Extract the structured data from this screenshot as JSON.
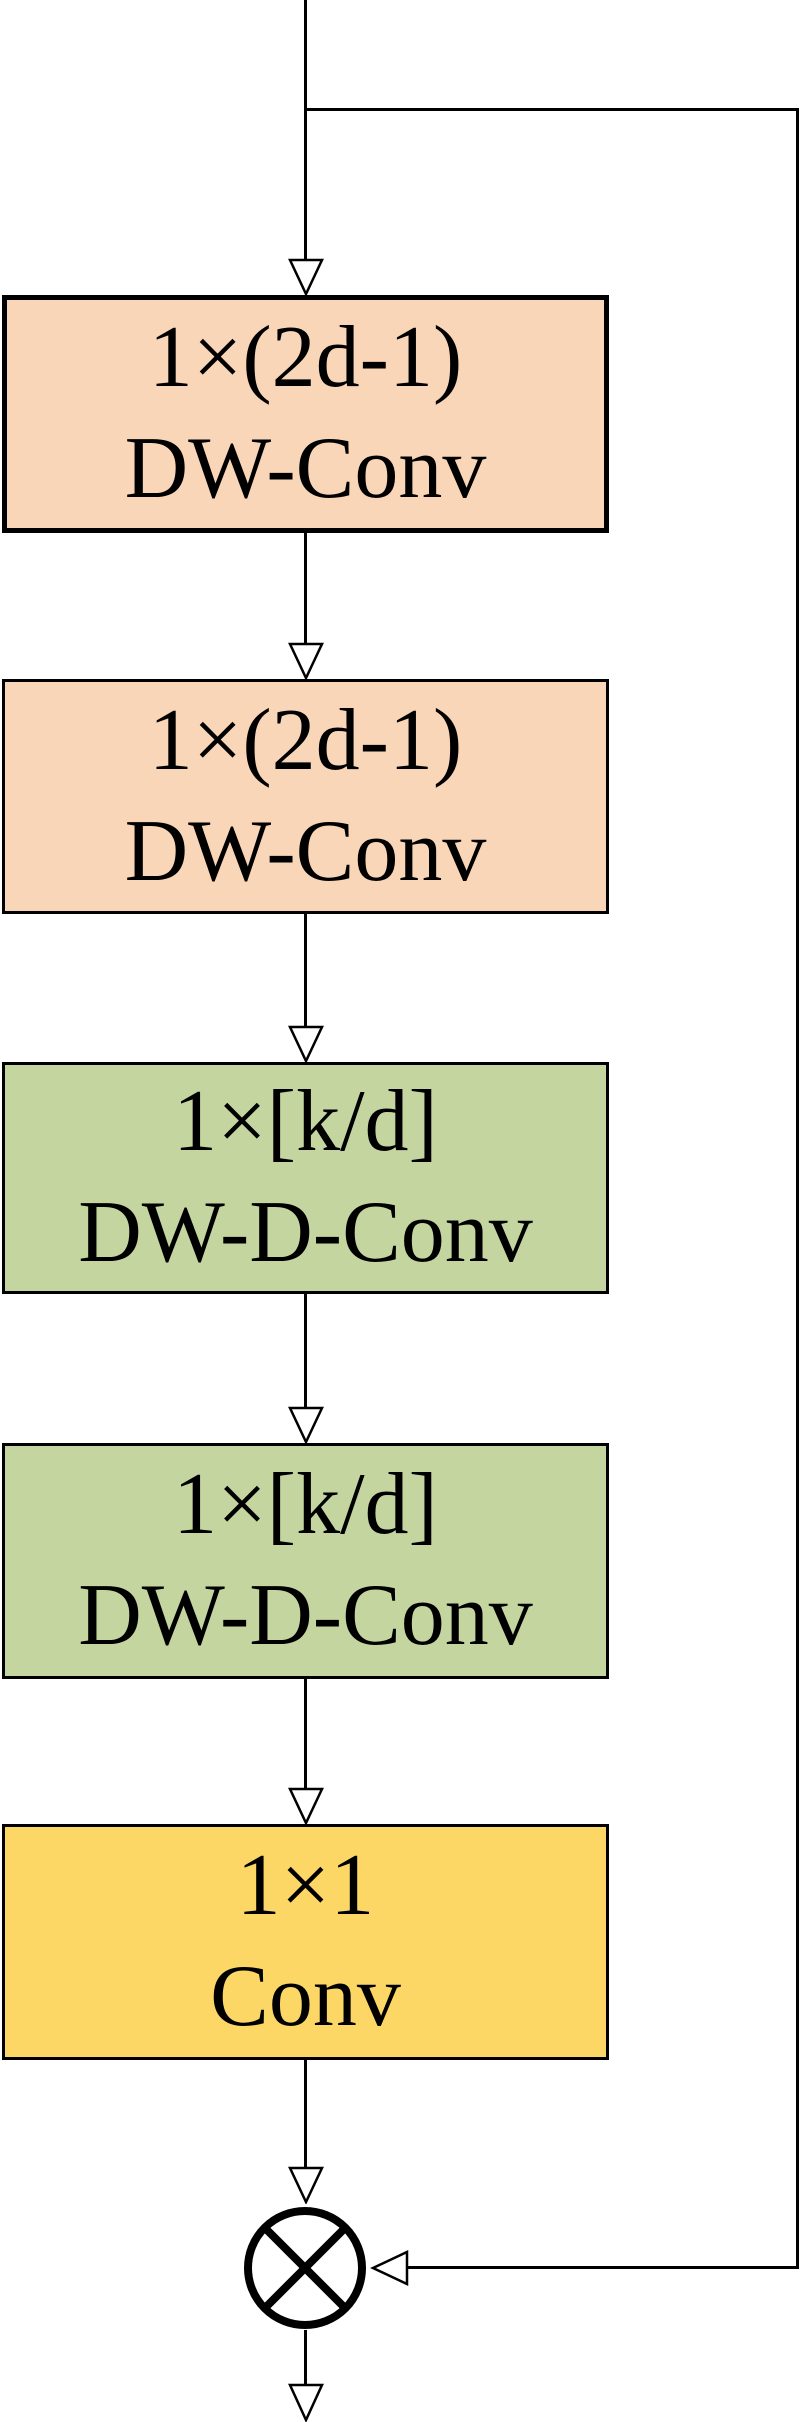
{
  "diagram": {
    "nodes": [
      {
        "id": "dw-conv-1",
        "line1": "1×(2d-1)",
        "line2": "DW-Conv",
        "fill": "#F9D6B8"
      },
      {
        "id": "dw-conv-2",
        "line1": "1×(2d-1)",
        "line2": "DW-Conv",
        "fill": "#F9D6B8"
      },
      {
        "id": "dw-d-conv-1",
        "line1": "1×[k/d]",
        "line2": "DW-D-Conv",
        "fill": "#C5D5A0"
      },
      {
        "id": "dw-d-conv-2",
        "line1": "1×[k/d]",
        "line2": "DW-D-Conv",
        "fill": "#C5D5A0"
      },
      {
        "id": "conv-1x1",
        "line1": "1×1",
        "line2": "Conv",
        "fill": "#FCD765"
      }
    ],
    "operator": {
      "symbol": "⊗"
    },
    "colors": {
      "peach": "#F9D6B8",
      "green": "#C5D5A0",
      "yellow": "#FCD765",
      "line": "#000000",
      "arrowhead_fill": "#FFFFFF",
      "text": "#000000",
      "background": "#FFFFFF"
    }
  }
}
